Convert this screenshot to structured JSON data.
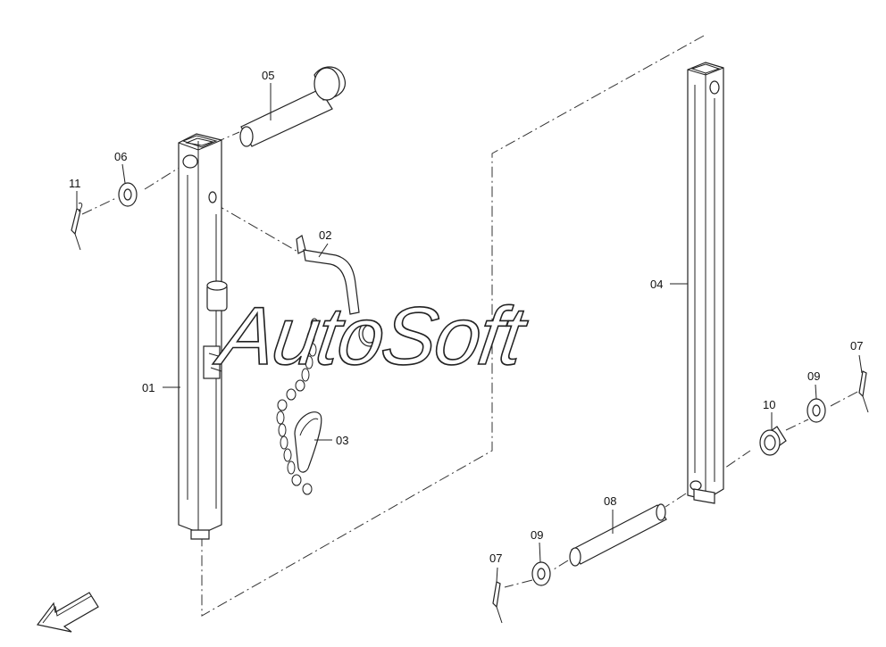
{
  "watermark": "AutoSoft",
  "callouts": {
    "c01": "01",
    "c02": "02",
    "c03": "03",
    "c04": "04",
    "c05": "05",
    "c06": "06",
    "c07a": "07",
    "c07b": "07",
    "c08": "08",
    "c09a": "09",
    "c09b": "09",
    "c10": "10",
    "c11": "11"
  },
  "icons": {
    "direction_arrow": "arrow-down-left-icon"
  }
}
